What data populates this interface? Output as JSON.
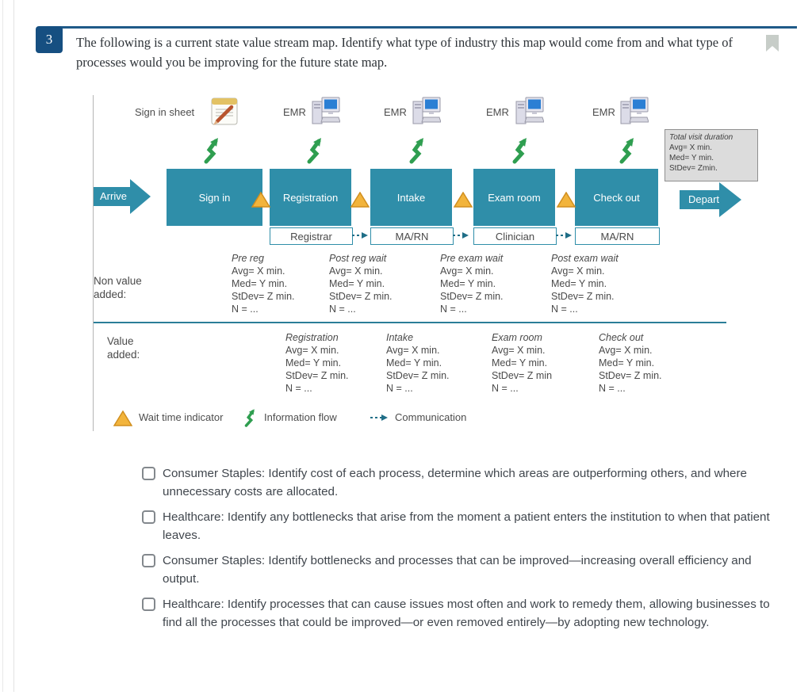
{
  "question": {
    "number": "3",
    "text": "The following is a current state value stream map. Identify what type of industry this map would come from and what type of processes would you be improving for the future state map."
  },
  "diagram": {
    "sign_in_sheet_label": "Sign in sheet",
    "emr_label": "EMR",
    "arrive_label": "Arrive",
    "depart_label": "Depart",
    "processes": [
      {
        "label": "Sign in"
      },
      {
        "label": "Registration",
        "role": "Registrar"
      },
      {
        "label": "Intake",
        "role": "MA/RN"
      },
      {
        "label": "Exam room",
        "role": "Clinician"
      },
      {
        "label": "Check out",
        "role": "MA/RN"
      }
    ],
    "total_visit_duration": {
      "title": "Total visit duration",
      "stats": "Avg= X min.\nMed= Y min.\nStDev= Zmin."
    },
    "non_value_added": {
      "label": "Non value added:",
      "columns": [
        {
          "title": "Pre reg",
          "stats": "Avg= X min.\nMed= Y min.\nStDev= Z min.\nN = ..."
        },
        {
          "title": "Post reg wait",
          "stats": "Avg= X min.\nMed= Y min.\nStDev= Z min.\nN = ..."
        },
        {
          "title": "Pre exam wait",
          "stats": "Avg= X min.\nMed=  Y min.\nStDev=  Z min.\nN = ..."
        },
        {
          "title": "Post exam wait",
          "stats": "Avg= X min.\nMed= Y min.\nStDev= Z min.\nN = ..."
        }
      ]
    },
    "value_added": {
      "label": "Value added:",
      "columns": [
        {
          "title": "Registration",
          "stats": "Avg= X min.\nMed= Y min.\nStDev= Z min.\nN = ..."
        },
        {
          "title": "Intake",
          "stats": "Avg= X min.\nMed= Y min.\nStDev=  Z min.\nN = ..."
        },
        {
          "title": "Exam room",
          "stats": "Avg= X min.\nMed= Y min.\nStDev= Z min\nN = ..."
        },
        {
          "title": "Check out",
          "stats": "Avg= X min.\nMed= Y min.\nStDev= Z min.\nN = ..."
        }
      ]
    },
    "legend": {
      "wait": "Wait time indicator",
      "info": "Information flow",
      "comm": "Communication"
    }
  },
  "options": [
    {
      "label": "Consumer Staples: Identify cost of each process, determine which areas are outperforming others, and where unnecessary costs are allocated."
    },
    {
      "label": "Healthcare: Identify any bottlenecks that arise from the moment a patient enters the institution to when that patient leaves."
    },
    {
      "label": "Consumer Staples: Identify bottlenecks and processes that can be improved—increasing overall efficiency and output."
    },
    {
      "label": "Healthcare: Identify processes that can cause issues most often and work to remedy them, allowing businesses to find all the processes that could be improved—or even removed entirely—by adopting new technology."
    }
  ],
  "colors": {
    "accent_blue": "#164f81",
    "teal": "#2f8ea9",
    "amber": "#f2b43c",
    "green": "#2f9e50"
  }
}
